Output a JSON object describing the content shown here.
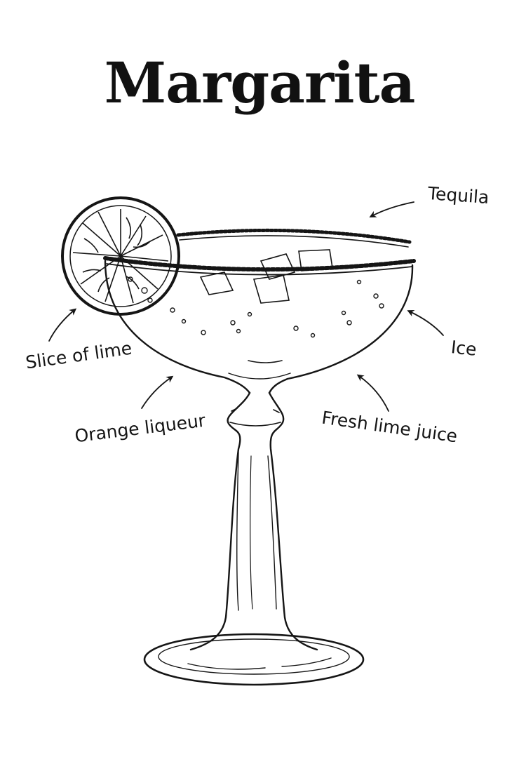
{
  "title": "Margarita",
  "ingredients": {
    "tequila": "Tequila",
    "slice_of_lime": "Slice of lime",
    "ice": "Ice",
    "orange_liqueur": "Orange liqueur",
    "fresh_lime_juice": "Fresh lime juice"
  },
  "colors": {
    "ink": "#151515",
    "background": "#ffffff"
  }
}
